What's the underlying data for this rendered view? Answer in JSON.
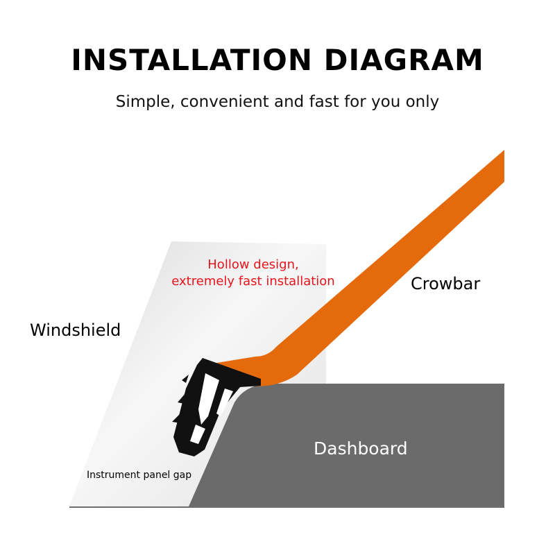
{
  "header": {
    "title": "INSTALLATION DIAGRAM",
    "subtitle": "Simple, convenient and fast for you only"
  },
  "labels": {
    "windshield": "Windshield",
    "crowbar": "Crowbar",
    "hollow_line1": "Hollow design,",
    "hollow_line2": "extremely fast installation",
    "dashboard": "Dashboard",
    "gap": "Instrument panel gap"
  },
  "colors": {
    "crowbar": "#e56a0c",
    "dashboard": "#6b6b6b",
    "highlight_text": "#e8141c",
    "seal": "#111111"
  }
}
